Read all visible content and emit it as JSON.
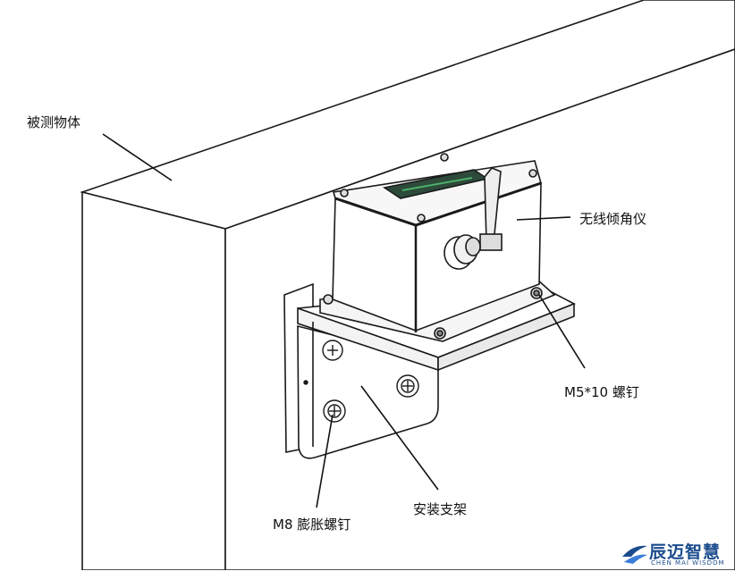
{
  "labels": {
    "measured_object": "被测物体",
    "wireless_inclinometer": "无线倾角仪",
    "screw": "M5*10 螺钉",
    "mounting_bracket": "安装支架",
    "expansion_screw": "M8 膨胀螺钉"
  },
  "logo": {
    "name": "辰迈智慧",
    "subtitle": "CHEN MAI WISDOM",
    "color": "#1a4b8c"
  },
  "colors": {
    "line": "#1a1a1a",
    "display": "#2d4a3a",
    "display_stripe": "#4caf6a"
  }
}
